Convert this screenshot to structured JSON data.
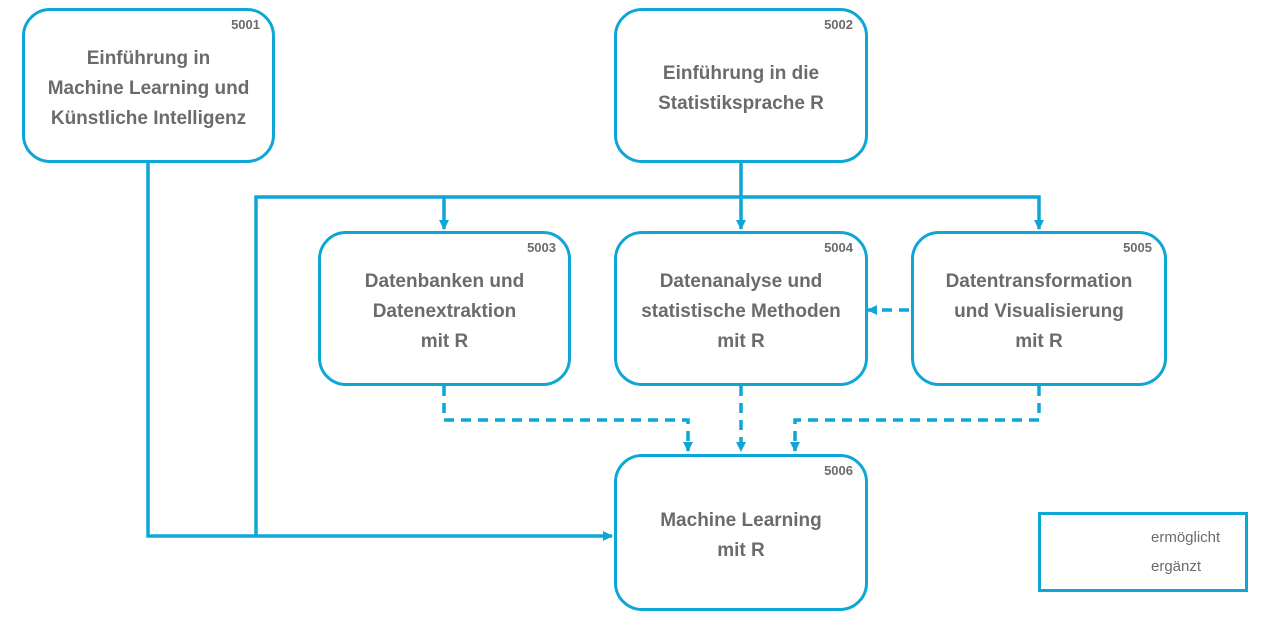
{
  "colors": {
    "accent": "#0ea6d6",
    "text": "#6b6b6b"
  },
  "nodes": {
    "n5001": {
      "code": "5001",
      "lines": [
        "Einführung in",
        "Machine Learning und",
        "Künstliche Intelligenz"
      ]
    },
    "n5002": {
      "code": "5002",
      "lines": [
        "Einführung in die",
        "Statistiksprache R"
      ]
    },
    "n5003": {
      "code": "5003",
      "lines": [
        "Datenbanken und",
        "Datenextraktion",
        "mit R"
      ]
    },
    "n5004": {
      "code": "5004",
      "lines": [
        "Datenanalyse und",
        "statistische Methoden",
        "mit R"
      ]
    },
    "n5005": {
      "code": "5005",
      "lines": [
        "Datentransformation",
        "und Visualisierung",
        "mit R"
      ]
    },
    "n5006": {
      "code": "5006",
      "lines": [
        "Machine Learning",
        "mit R"
      ]
    }
  },
  "edges": [
    {
      "from": "5001",
      "to": "5006",
      "kind": "ermöglicht"
    },
    {
      "from": "5002",
      "to": "5003",
      "kind": "ermöglicht"
    },
    {
      "from": "5002",
      "to": "5004",
      "kind": "ermöglicht"
    },
    {
      "from": "5002",
      "to": "5005",
      "kind": "ermöglicht"
    },
    {
      "from": "5002",
      "to": "5006",
      "kind": "ermöglicht"
    },
    {
      "from": "5005",
      "to": "5004",
      "kind": "ergänzt"
    },
    {
      "from": "5003",
      "to": "5006",
      "kind": "ergänzt"
    },
    {
      "from": "5004",
      "to": "5006",
      "kind": "ergänzt"
    },
    {
      "from": "5005",
      "to": "5006",
      "kind": "ergänzt"
    }
  ],
  "legend": {
    "solid_label": "ermöglicht",
    "dashed_label": "ergänzt"
  }
}
